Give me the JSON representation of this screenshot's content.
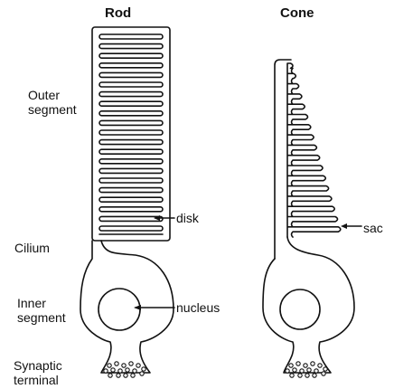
{
  "titles": {
    "rod": "Rod",
    "cone": "Cone"
  },
  "labels": {
    "outer_segment": [
      "Outer",
      "segment"
    ],
    "cilium": "Cilium",
    "inner_segment": [
      "Inner",
      "segment"
    ],
    "synaptic_terminal": [
      "Synaptic",
      "terminal"
    ],
    "disk": "disk",
    "sac": "sac",
    "nucleus": "nucleus"
  },
  "colors": {
    "ink": "#111111",
    "background": "#ffffff"
  }
}
